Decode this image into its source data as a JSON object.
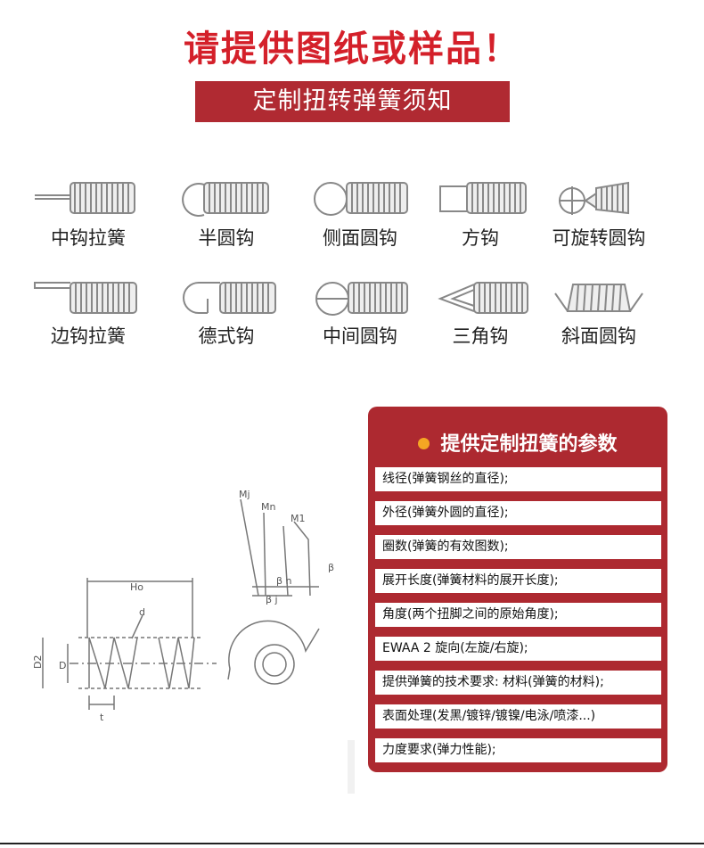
{
  "headline": "请提供图纸或样品！",
  "banner": "定制扭转弹簧须知",
  "hook_types": [
    {
      "label": "中钩拉簧",
      "icon": "center-hook-spring-icon"
    },
    {
      "label": "半圆钩",
      "icon": "half-round-hook-spring-icon"
    },
    {
      "label": "侧面圆钩",
      "icon": "side-round-hook-spring-icon"
    },
    {
      "label": "方钩",
      "icon": "square-hook-spring-icon"
    },
    {
      "label": "可旋转圆钩",
      "icon": "swivel-round-hook-spring-icon"
    },
    {
      "label": "边钩拉簧",
      "icon": "side-hook-spring-icon"
    },
    {
      "label": "德式钩",
      "icon": "german-hook-spring-icon"
    },
    {
      "label": "中间圆钩",
      "icon": "middle-round-hook-spring-icon"
    },
    {
      "label": "三角钩",
      "icon": "triangle-hook-spring-icon"
    },
    {
      "label": "斜面圆钩",
      "icon": "beveled-round-hook-spring-icon"
    }
  ],
  "diagram": {
    "labels": {
      "ho": "Ho",
      "d": "d",
      "d2": "D2",
      "big_d": "D",
      "t": "t",
      "mj": "Mj",
      "mn": "Mn",
      "m1": "M1",
      "beta": "β",
      "beta_n": "β n",
      "beta_j": "β j"
    }
  },
  "params": {
    "title": "提供定制扭簧的参数",
    "items": [
      "线径(弹簧钢丝的直径);",
      "外径(弹簧外圆的直径);",
      "圈数(弹簧的有效图数);",
      "展开长度(弹簧材料的展开长度);",
      "角度(两个扭脚之间的原始角度);",
      "EWAA 2 旋向(左旋/右旋);",
      "提供弹簧的技术要求: 材料(弹簧的材料);",
      "表面处理(发黑/镀锌/镀镍/电泳/喷漆...)",
      "力度要求(弹力性能);"
    ]
  },
  "colors": {
    "headline": "#d4202a",
    "banner": "#b02a32",
    "panel": "#ad2930",
    "dot": "#f5a623"
  }
}
